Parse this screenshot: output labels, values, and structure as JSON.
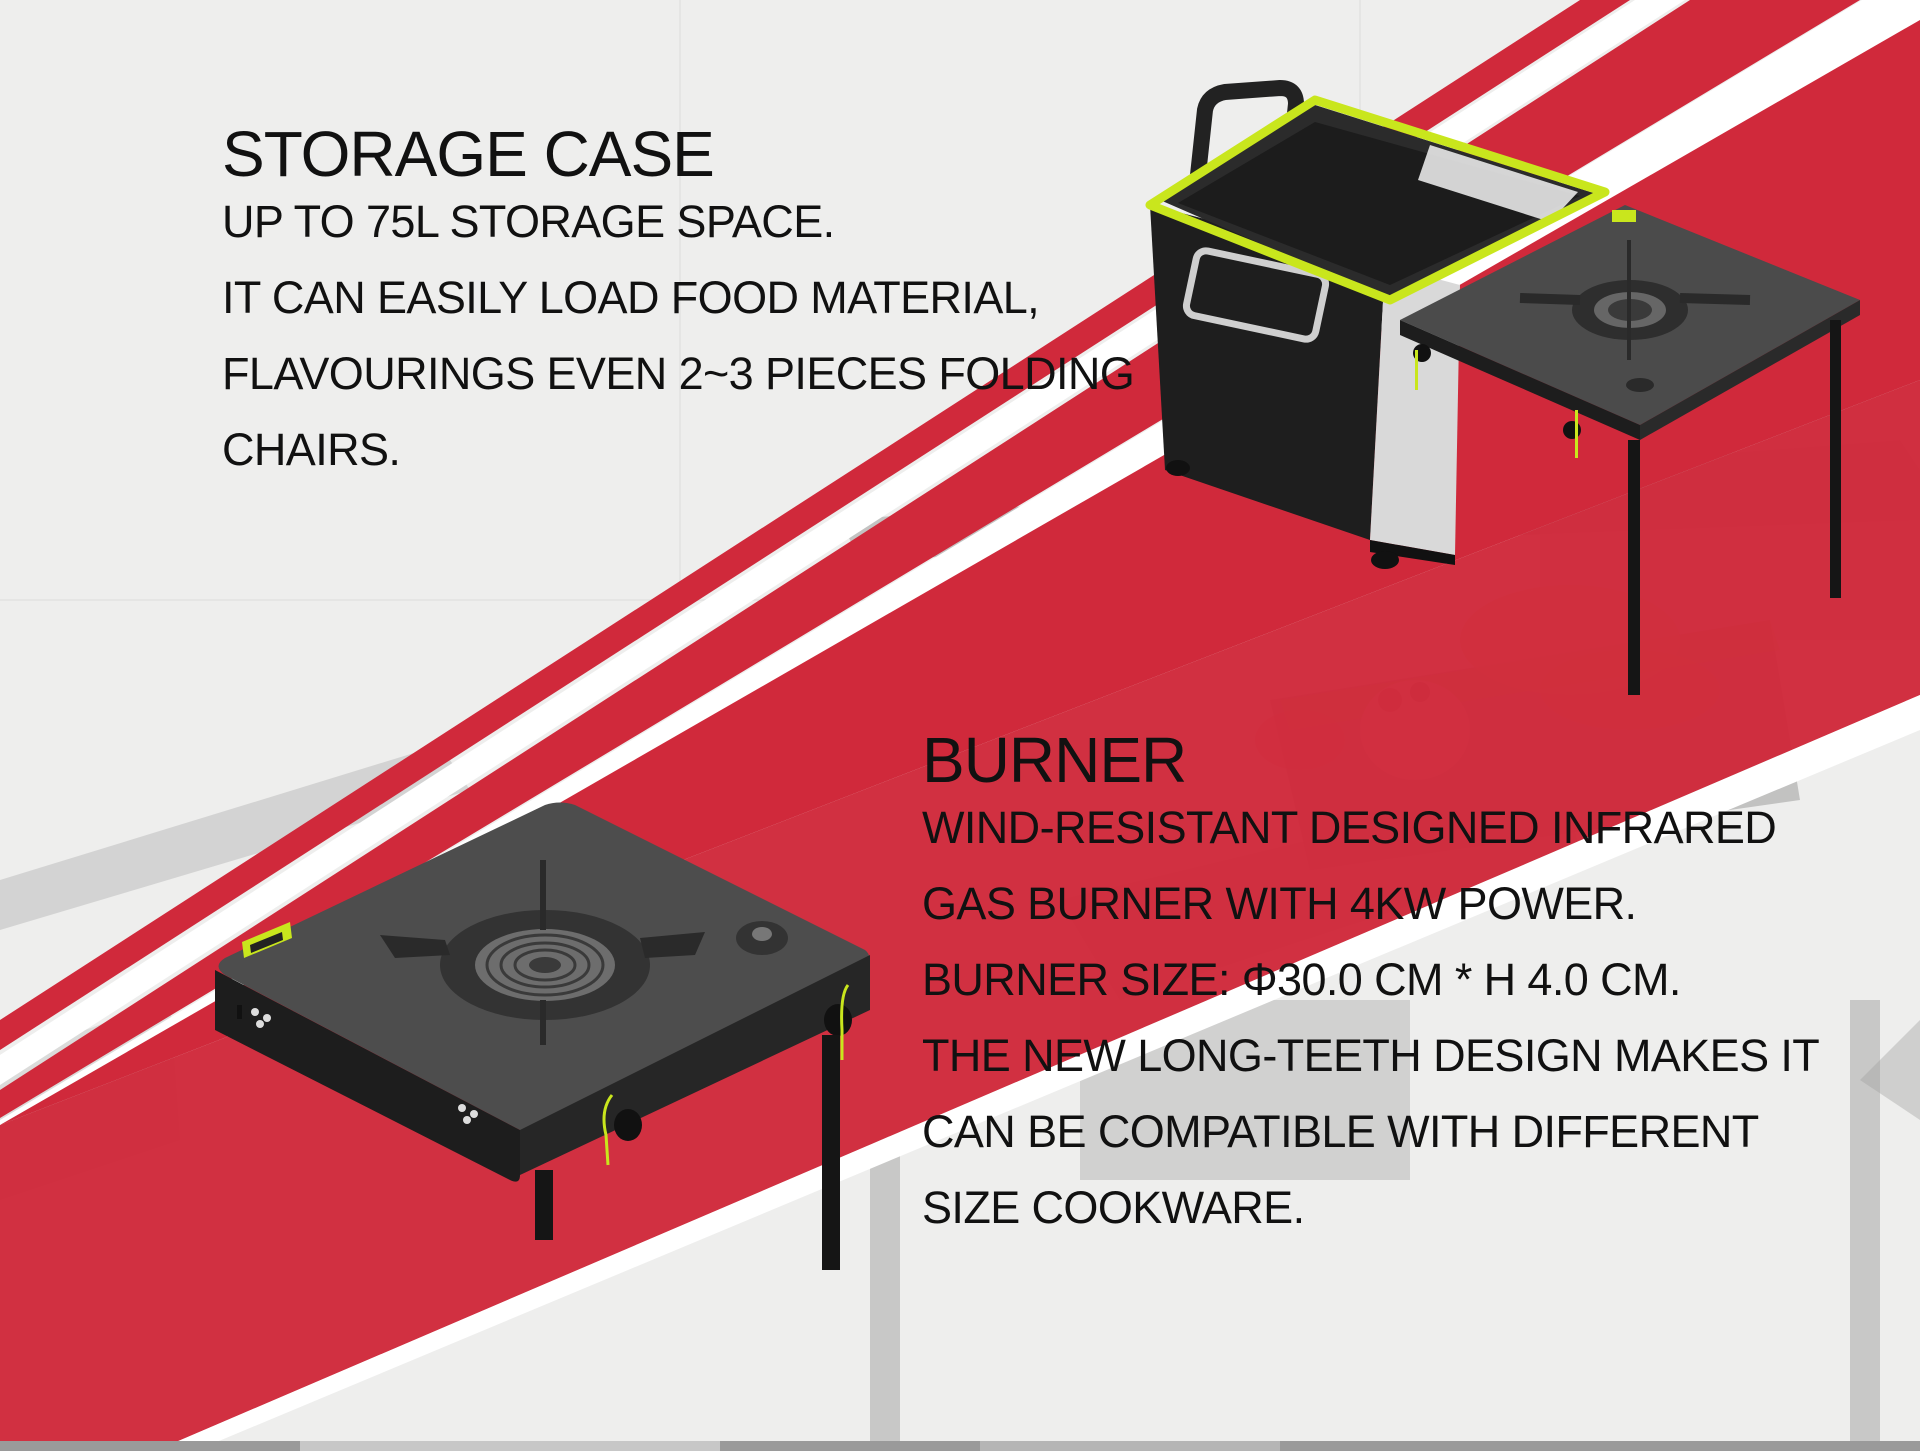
{
  "storage": {
    "title": "STORAGE CASE",
    "lines": [
      "UP TO 75L STORAGE SPACE.",
      "IT CAN EASILY LOAD FOOD MATERIAL,",
      "FLAVOURINGS EVEN 2~3 PIECES FOLDING",
      "CHAIRS."
    ]
  },
  "burner": {
    "title": "BURNER",
    "lines": [
      "WIND-RESISTANT DESIGNED INFRARED",
      "GAS BURNER WITH 4KW POWER.",
      "BURNER SIZE: Φ30.0 CM * H 4.0 CM.",
      "THE NEW LONG-TEETH DESIGN MAKES IT",
      "CAN BE COMPATIBLE WITH DIFFERENT",
      "SIZE COOKWARE."
    ]
  },
  "colors": {
    "stripe_red": "#d0293b",
    "stripe_white": "#ffffff",
    "accent_lime": "#c9e61d",
    "product_body": "#4a4a4a",
    "text": "#111111"
  }
}
